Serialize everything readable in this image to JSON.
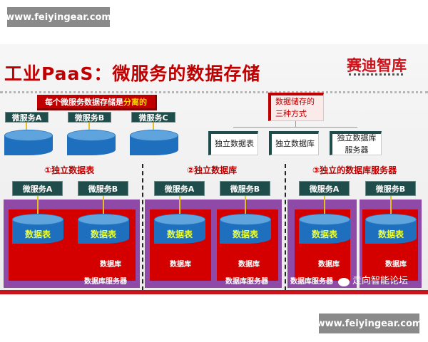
{
  "watermark_top": "www.feiyingear.com",
  "watermark_bottom": "www.feiyingear.com",
  "slide": {
    "title": "工业PaaS：微服务的数据存储",
    "logo": "赛迪智库",
    "banner_prefix": "每个微服务数据存储是",
    "banner_highlight": "分离的",
    "top_services": [
      "微服务A",
      "微服务B",
      "微服务C"
    ],
    "methods_title_line1": "数据储存的",
    "methods_title_line2": "三种方式",
    "methods": [
      "独立数据表",
      "独立数据库",
      "独立数据库",
      "服务器"
    ],
    "sections": [
      "①独立数据表",
      "②独立数据库",
      "③独立的数据库服务器"
    ],
    "service_a": "微服务A",
    "service_b": "微服务B",
    "table_label": "数据表",
    "db_label": "数据库",
    "server_label": "数据库服务器",
    "wechat_watermark": "走向智能论坛"
  },
  "colors": {
    "title_red": "#c00000",
    "service_green": "#1f4d4b",
    "server_purple": "#8f4aa7",
    "db_red": "#d40000",
    "table_blue": "#1f6fbf"
  }
}
